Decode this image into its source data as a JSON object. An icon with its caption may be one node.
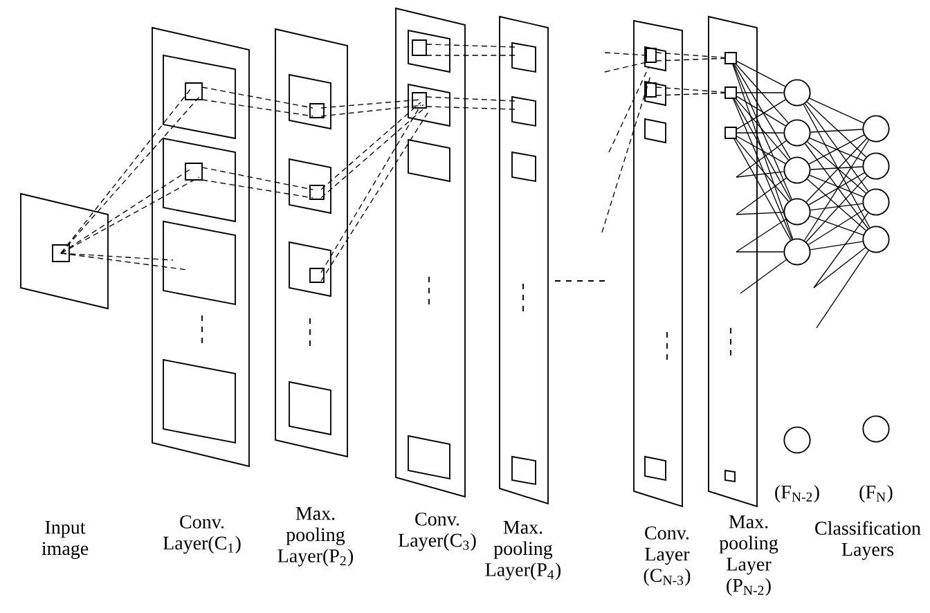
{
  "diagram": {
    "nodes": [
      {
        "text": [],
        "shape": "box"
      },
      {
        "text": [
          "Conv. Layer(C$_{1}$)"
        ]
      },
      {
        "text": [
          "Max. pooling Layer(P$_{2}$)"
        ]
      },
      {
        "text": [
          "Conv. Layer(C$_{3}$)"
        ]
      },
      {
        "text": [
          "Max. pooling Layer(P$_{4}$)"
        ]
      },
      {
        "text": [
          "Conv. Layer (C$_{N-3}$)"
        ]
      },
      {
        "text": [
          "Max. pooling Layer (P$_{N-2}$)"
        ]
      },
      {
        "text": [],
        "shape": "box",
        "in": 6
      },
      {
        "text": [],
        "shape": "box",
        "in": 6
      },
      {
        "text": [],
        "shape": "box",
        "in": 6
      },
      {
        "text": [],
        "shape": "circle"
      },
      {
        "text": [],
        "shape": "circle"
      },
      {
        "text": [],
        "shape": "circle"
      },
      {
        "text": [],
        "shape": "circle"
      },
      {
        "text": [],
        "shape": "circle"
      },
      {
        "text": [],
        "shape": "circle",
        "beside": [
          "(F$_{N-2}$)"
        ]
      },
      {
        "text": [],
        "shape": "circle"
      },
      {
        "text": [],
        "shape": "circle"
      },
      {
        "text": [],
        "shape": "circle"
      },
      {
        "text": [],
        "shape": "circle"
      },
      {
        "text": [],
        "shape": "circle",
        "beside": [
          "(F$_{N}$)"
        ]
      }
    ],
    "edges": [
      {
        "from": 7,
        "to": 10,
        "arrow": "none"
      },
      {
        "from": 7,
        "to": 11,
        "arrow": "none"
      },
      {
        "from": 7,
        "to": 12,
        "arrow": "none"
      },
      {
        "from": 7,
        "to": 13,
        "arrow": "none"
      },
      {
        "from": 7,
        "to": 14,
        "arrow": "none"
      },
      {
        "from": 8,
        "to": 10,
        "arrow": "none"
      },
      {
        "from": 8,
        "to": 11,
        "arrow": "none"
      },
      {
        "from": 8,
        "to": 12,
        "arrow": "none"
      },
      {
        "from": 8,
        "to": 13,
        "arrow": "none"
      },
      {
        "from": 8,
        "to": 14,
        "arrow": "none"
      },
      {
        "from": 9,
        "to": 10,
        "arrow": "none"
      },
      {
        "from": 9,
        "to": 11,
        "arrow": "none"
      },
      {
        "from": 9,
        "to": 12,
        "arrow": "none"
      },
      {
        "from": 9,
        "to": 13,
        "arrow": "none"
      },
      {
        "from": 9,
        "to": 14,
        "arrow": "none"
      },
      {
        "from": 10,
        "to": 16,
        "arrow": "none"
      },
      {
        "from": 10,
        "to": 17,
        "arrow": "none"
      },
      {
        "from": 10,
        "to": 18,
        "arrow": "none"
      },
      {
        "from": 10,
        "to": 19,
        "arrow": "none"
      },
      {
        "from": 11,
        "to": 16,
        "arrow": "none"
      },
      {
        "from": 11,
        "to": 17,
        "arrow": "none"
      },
      {
        "from": 11,
        "to": 18,
        "arrow": "none"
      },
      {
        "from": 11,
        "to": 19,
        "arrow": "none"
      },
      {
        "from": 12,
        "to": 16,
        "arrow": "none"
      },
      {
        "from": 12,
        "to": 17,
        "arrow": "none"
      },
      {
        "from": 12,
        "to": 18,
        "arrow": "none"
      },
      {
        "from": 12,
        "to": 19,
        "arrow": "none"
      },
      {
        "from": 13,
        "to": 16,
        "arrow": "none"
      },
      {
        "from": 13,
        "to": 17,
        "arrow": "none"
      },
      {
        "from": 13,
        "to": 18,
        "arrow": "none"
      },
      {
        "from": 13,
        "to": 19,
        "arrow": "none"
      },
      {
        "from": 14,
        "to": 16,
        "arrow": "none"
      },
      {
        "from": 14,
        "to": 17,
        "arrow": "none"
      },
      {
        "from": 14,
        "to": 18,
        "arrow": "none"
      },
      {
        "from": 14,
        "to": 19,
        "arrow": "none"
      },
      {
        "from": 6,
        "to": 11,
        "arrow": "none"
      },
      {
        "from": 6,
        "to": 12,
        "arrow": "none"
      },
      {
        "from": 6,
        "to": 12,
        "arrow": "none"
      },
      {
        "from": 6,
        "to": 13,
        "arrow": "none"
      },
      {
        "from": 6,
        "to": 13,
        "arrow": "none"
      },
      {
        "from": 6,
        "to": 14,
        "arrow": "none"
      },
      {
        "from": 6,
        "to": 14,
        "arrow": "none"
      },
      {
        "from": null,
        "to": 18,
        "arrow": "none"
      },
      {
        "from": null,
        "to": 19,
        "arrow": "none"
      },
      {
        "from": null,
        "to": 19,
        "arrow": "none"
      },
      {
        "from": 0,
        "to": 1,
        "arrow": "none",
        "style": "dashed"
      },
      {
        "from": 0,
        "to": 1,
        "arrow": "none",
        "style": "dashed"
      },
      {
        "from": 0,
        "to": 1,
        "arrow": "none",
        "style": "dashed"
      },
      {
        "from": 0,
        "to": 1,
        "arrow": "none",
        "style": "dashed"
      },
      {
        "from": 0,
        "to": 1,
        "arrow": "none",
        "style": "dashed"
      },
      {
        "from": 0,
        "to": 1,
        "arrow": "none",
        "style": "dashed"
      },
      {
        "from": 1,
        "to": 2,
        "arrow": "none",
        "style": "dashed"
      },
      {
        "from": 1,
        "to": 2,
        "arrow": "none",
        "style": "dashed"
      },
      {
        "from": 1,
        "to": 2,
        "arrow": "none",
        "style": "dashed"
      },
      {
        "from": 1,
        "to": 2,
        "arrow": "none",
        "style": "dashed"
      },
      {
        "from": 2,
        "to": 3,
        "arrow": "none",
        "style": "dashed"
      },
      {
        "from": 2,
        "to": 3,
        "arrow": "none",
        "style": "dashed"
      },
      {
        "from": 2,
        "to": 3,
        "arrow": "none",
        "style": "dashed"
      },
      {
        "from": 2,
        "to": 3,
        "arrow": "none",
        "style": "dashed"
      },
      {
        "from": 2,
        "to": 3,
        "arrow": "none",
        "style": "dashed"
      },
      {
        "from": 2,
        "to": 3,
        "arrow": "none",
        "style": "dashed"
      },
      {
        "from": 3,
        "to": 4,
        "arrow": "none",
        "style": "dashed"
      },
      {
        "from": 3,
        "to": 4,
        "arrow": "none",
        "style": "dashed"
      },
      {
        "from": 3,
        "to": 4,
        "arrow": "none",
        "style": "dashed"
      },
      {
        "from": 3,
        "to": 4,
        "arrow": "none",
        "style": "dashed"
      },
      {
        "from": null,
        "to": 5,
        "arrow": "none",
        "style": "dashed"
      },
      {
        "from": null,
        "to": 5,
        "arrow": "none",
        "style": "dashed"
      },
      {
        "from": null,
        "to": 5,
        "arrow": "none",
        "style": "dashed"
      },
      {
        "from": null,
        "to": 5,
        "arrow": "none",
        "style": "dashed"
      },
      {
        "from": 5,
        "to": 7,
        "arrow": "none",
        "style": "dashed"
      },
      {
        "from": 5,
        "to": 7,
        "arrow": "none",
        "style": "dashed"
      },
      {
        "from": 5,
        "to": 8,
        "arrow": "none",
        "style": "dashed"
      },
      {
        "from": 5,
        "to": 8,
        "arrow": "none",
        "style": "dashed"
      }
    ],
    "labels": [
      "Input image",
      "Classification Layers"
    ]
  }
}
